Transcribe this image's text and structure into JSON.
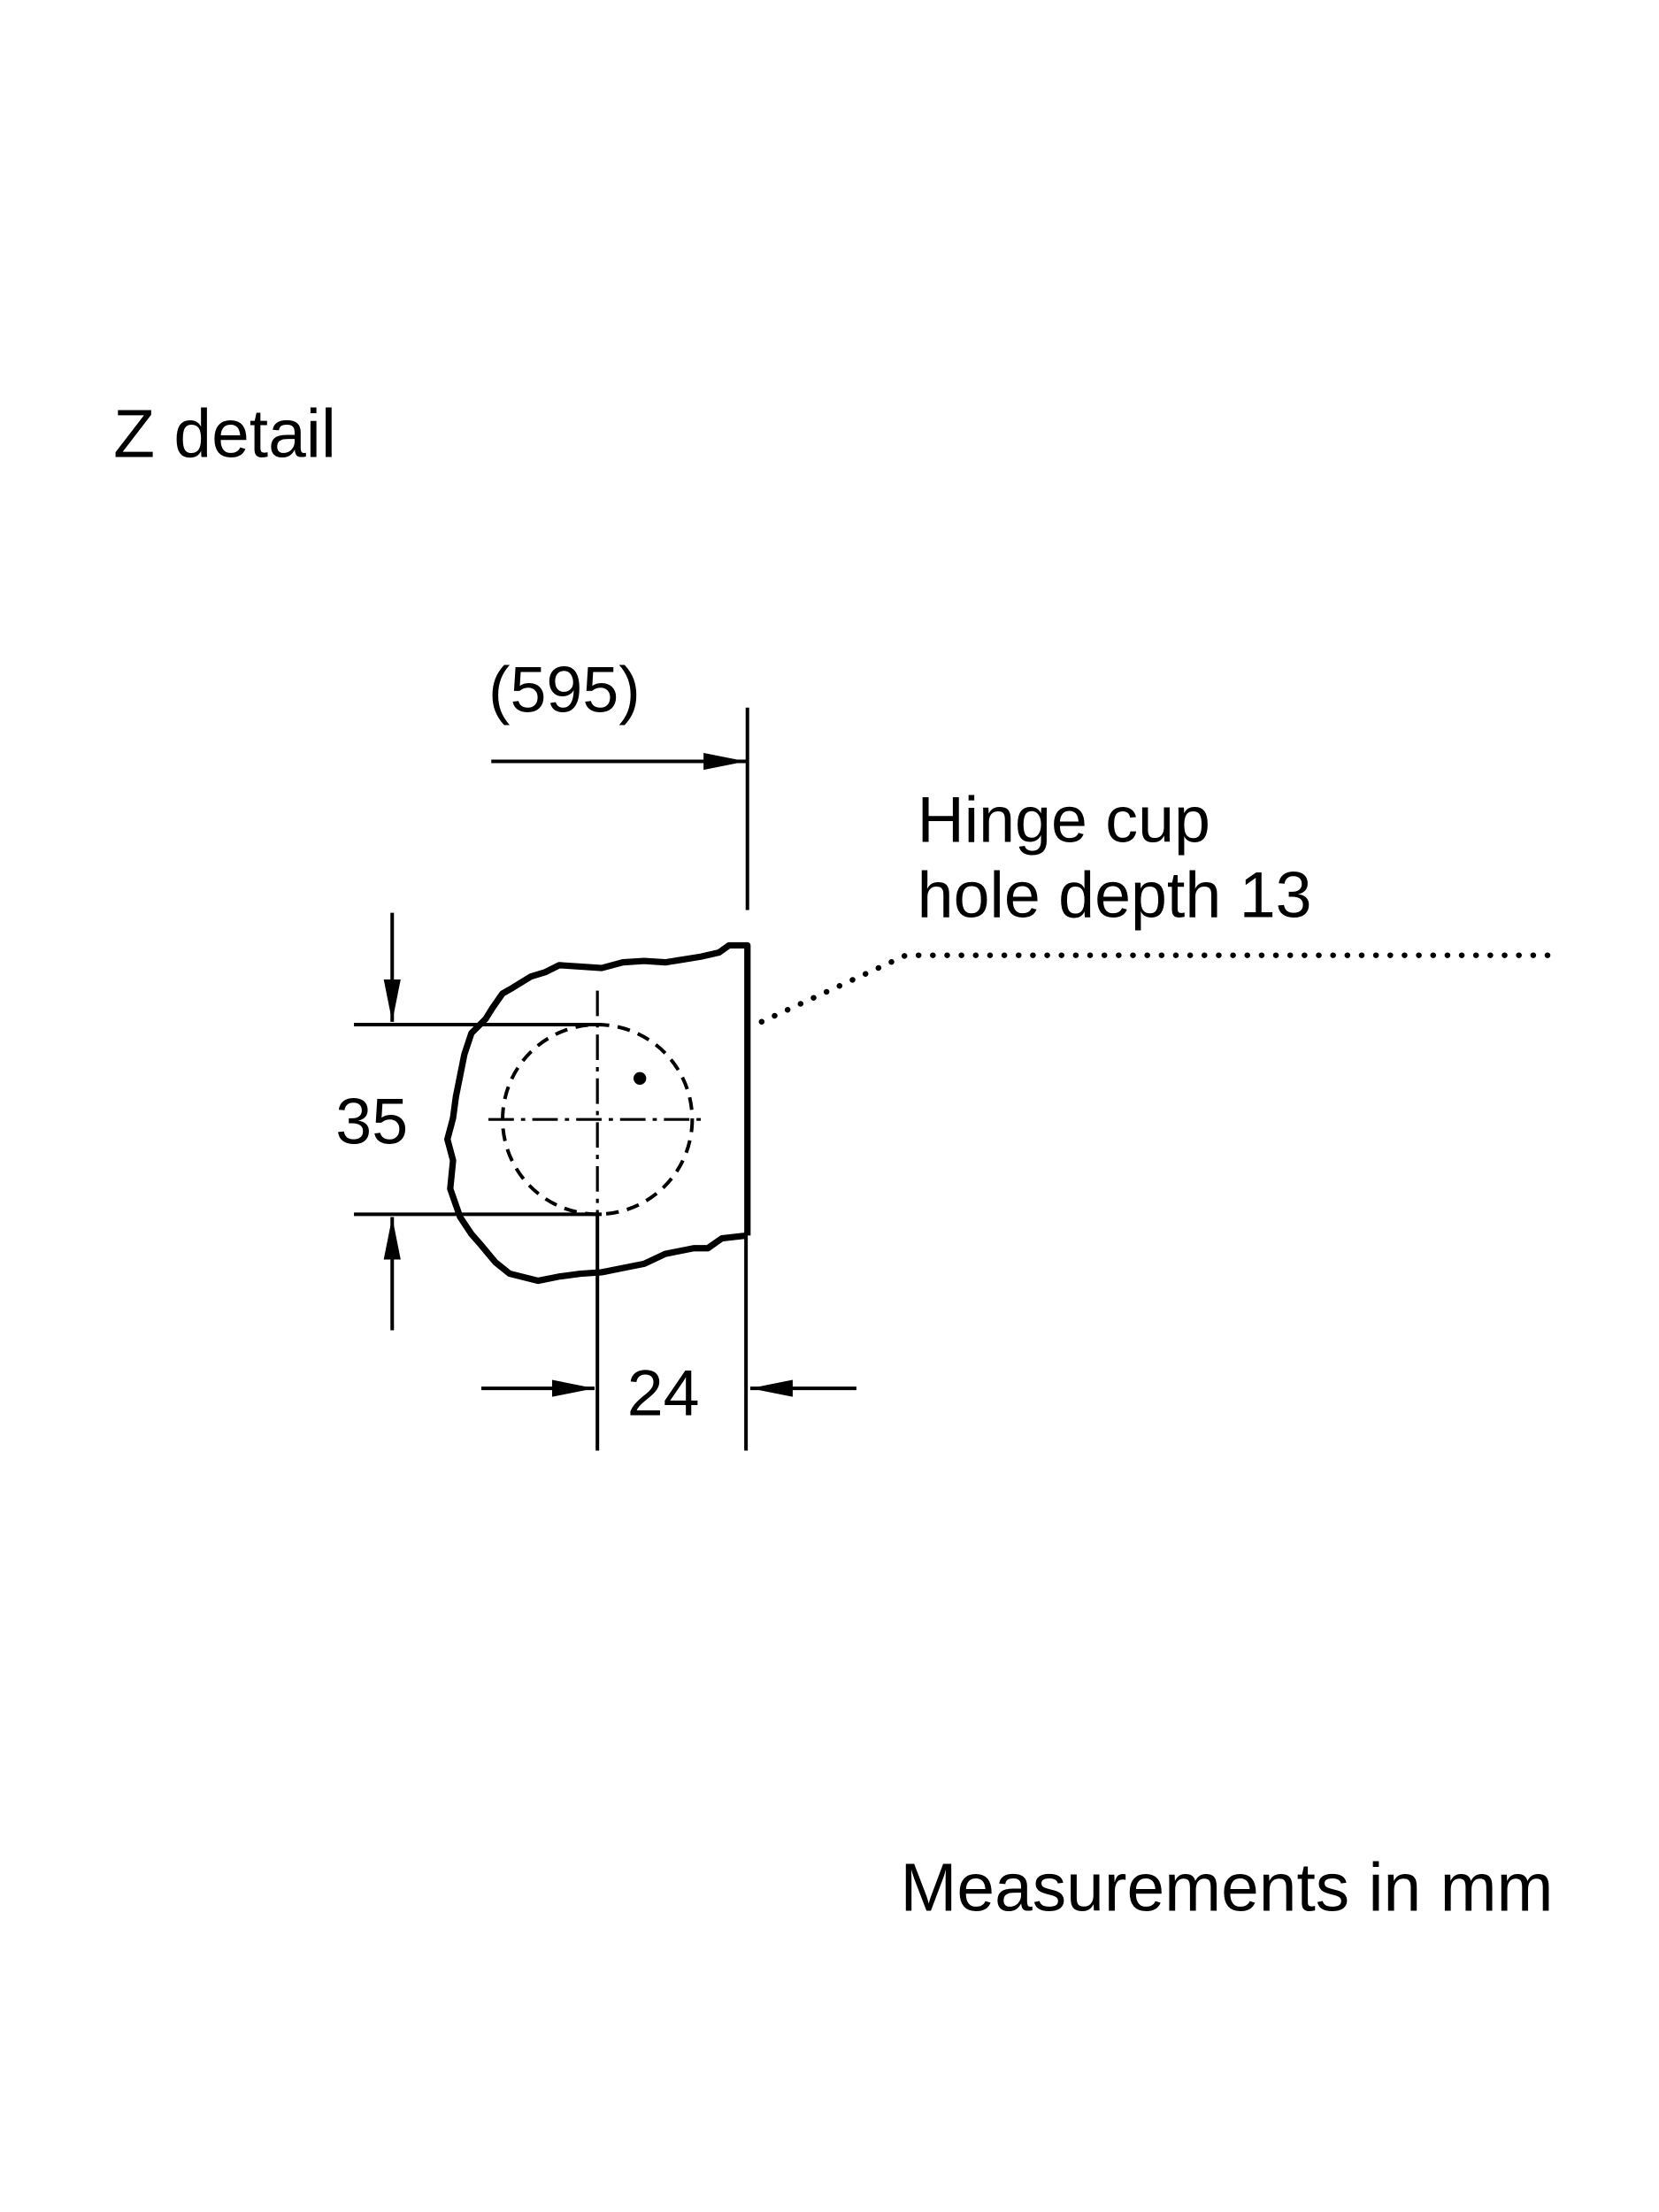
{
  "title": "Z detail",
  "dimensions": {
    "overall_width": "(595)",
    "cup_diameter": "35",
    "edge_distance": "24"
  },
  "callout": {
    "line1": "Hinge cup",
    "line2": "hole depth 13"
  },
  "footer": "Measurements in mm",
  "colors": {
    "ink": "#000000",
    "background": "#ffffff"
  }
}
